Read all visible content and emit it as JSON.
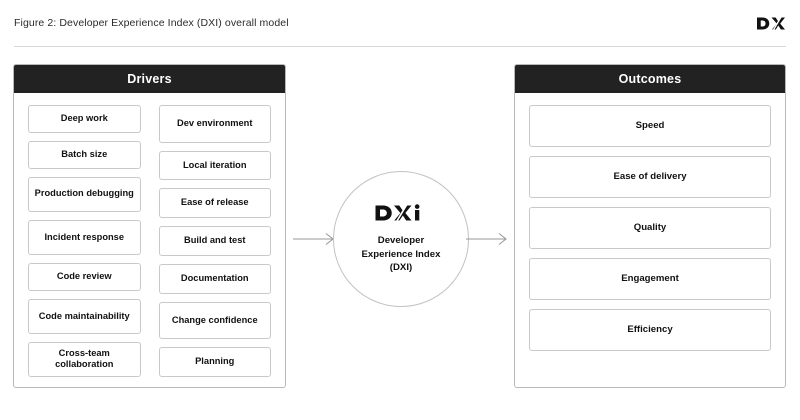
{
  "caption": {
    "text": "Figure 2: Developer Experience Index (DXI) overall model",
    "logo_label": "DX"
  },
  "diagram": {
    "drivers": {
      "title": "Drivers",
      "column_left": [
        "Deep work",
        "Batch size",
        "Production debugging",
        "Incident response",
        "Code review",
        "Code maintainability",
        "Cross-team collaboration"
      ],
      "column_right": [
        "Dev environment",
        "Local iteration",
        "Ease of release",
        "Build and test",
        "Documentation",
        "Change confidence",
        "Planning"
      ]
    },
    "center": {
      "logo_label": "DXi",
      "line1": "Developer",
      "line2": "Experience Index",
      "line3": "(DXI)"
    },
    "outcomes": {
      "title": "Outcomes",
      "items": [
        "Speed",
        "Ease of delivery",
        "Quality",
        "Engagement",
        "Efficiency"
      ]
    },
    "arrows": [
      {
        "name": "arrow-drivers-to-center",
        "direction": "right"
      },
      {
        "name": "arrow-center-to-outcomes",
        "direction": "right"
      }
    ]
  },
  "colors": {
    "panel_header_bg": "#222222",
    "panel_header_text": "#ffffff",
    "panel_border": "#b9b9b9",
    "chip_border": "#c9c9c9",
    "arrow": "#9a9a9a",
    "divider": "#d8d8d8",
    "page_bg": "#ffffff"
  }
}
